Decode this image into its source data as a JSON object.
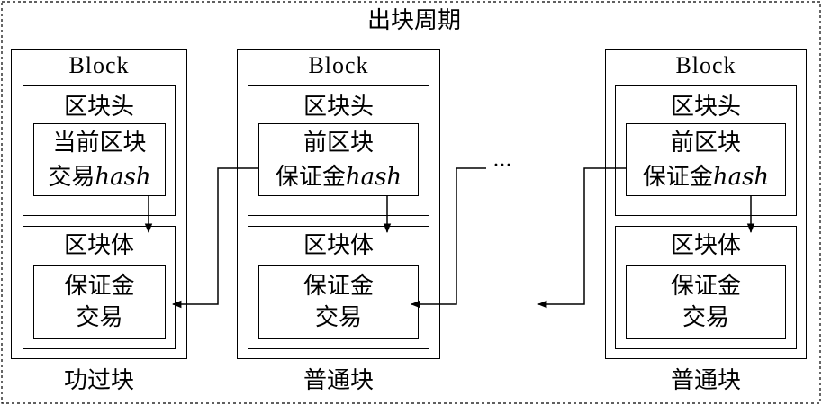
{
  "diagram": {
    "title": "出块周期",
    "ellipsis": "···",
    "blocks": [
      {
        "label": "Block",
        "header_label": "区块头",
        "header_field_line1": "当前区块",
        "header_field_line2_cn": "交易",
        "header_field_line2_it": "hash",
        "body_label": "区块体",
        "body_field_line1": "保证金",
        "body_field_line2": "交易",
        "caption": "功过块"
      },
      {
        "label": "Block",
        "header_label": "区块头",
        "header_field_line1": "前区块",
        "header_field_line2_cn": "保证金",
        "header_field_line2_it": "hash",
        "body_label": "区块体",
        "body_field_line1": "保证金",
        "body_field_line2": "交易",
        "caption": "普通块"
      },
      {
        "label": "Block",
        "header_label": "区块头",
        "header_field_line1": "前区块",
        "header_field_line2_cn": "保证金",
        "header_field_line2_it": "hash",
        "body_label": "区块体",
        "body_field_line1": "保证金",
        "body_field_line2": "交易",
        "caption": "普通块"
      }
    ]
  }
}
